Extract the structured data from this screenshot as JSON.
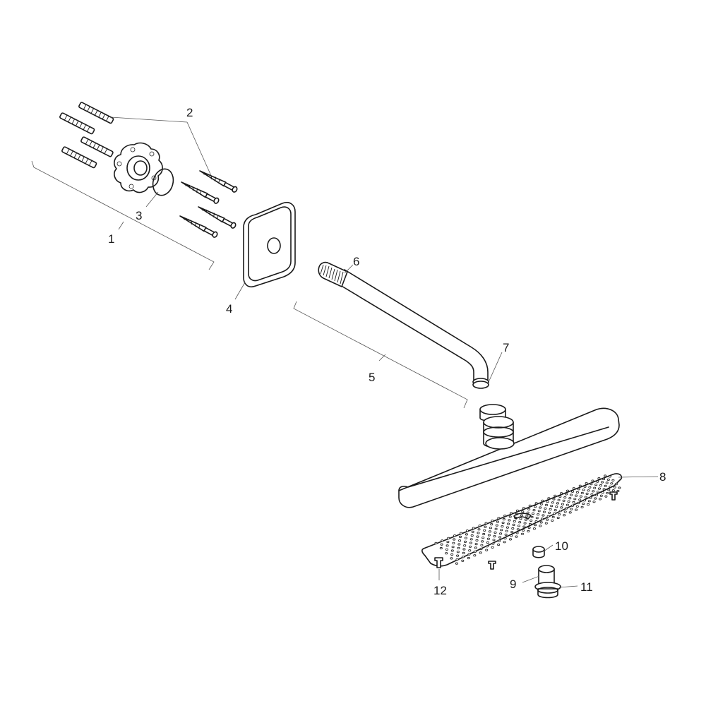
{
  "callouts": [
    {
      "id": "1",
      "label": "1"
    },
    {
      "id": "2",
      "label": "2"
    },
    {
      "id": "3",
      "label": "3"
    },
    {
      "id": "4",
      "label": "4"
    },
    {
      "id": "5",
      "label": "5"
    },
    {
      "id": "6",
      "label": "6"
    },
    {
      "id": "7",
      "label": "7"
    },
    {
      "id": "8",
      "label": "8"
    },
    {
      "id": "9",
      "label": "9"
    },
    {
      "id": "10",
      "label": "10"
    },
    {
      "id": "11",
      "label": "11"
    },
    {
      "id": "12",
      "label": "12"
    }
  ],
  "colors": {
    "line": "#1a1a1a",
    "leader": "#555555",
    "background": "#ffffff"
  }
}
